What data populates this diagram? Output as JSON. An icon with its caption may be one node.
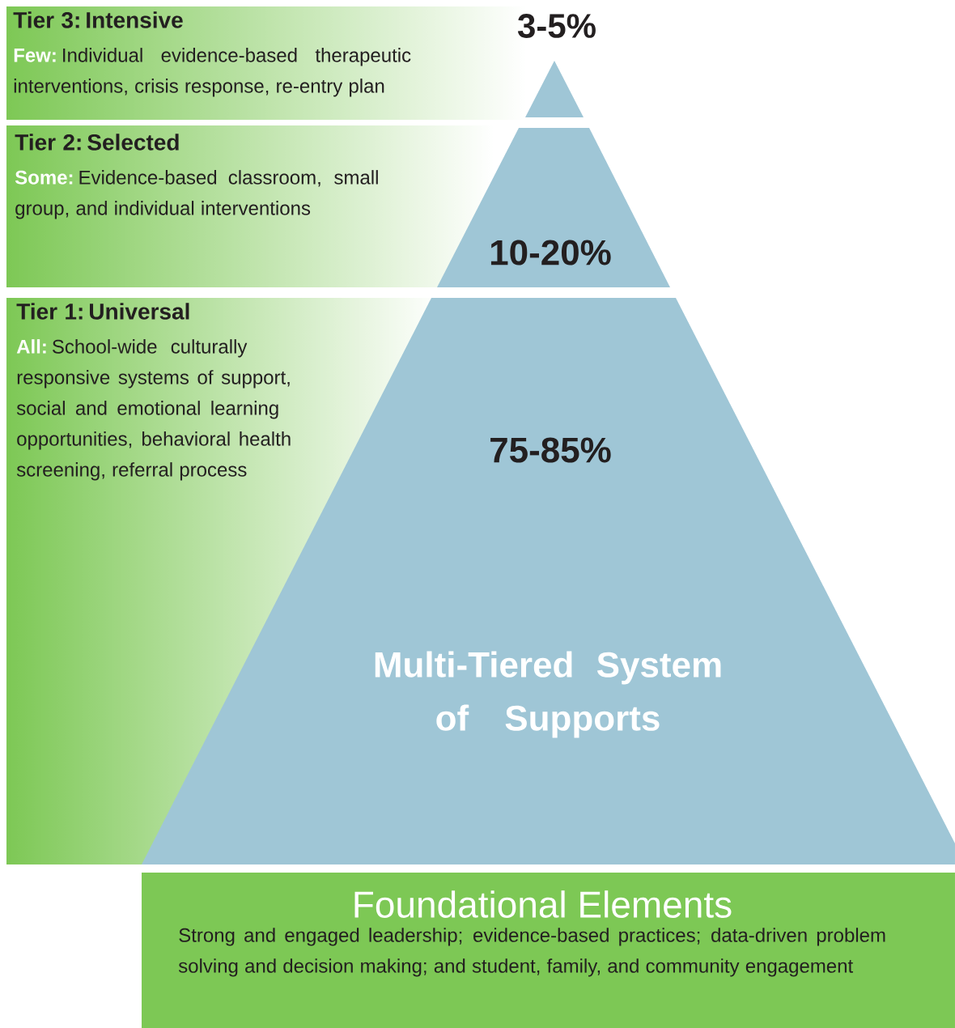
{
  "diagram": {
    "nodes": [
      {
        "text": [
          "Tier 3: Intensive",
          "**Few:** Individual evidence-based therapeutic interventions, crisis response, re-entry plan"
        ]
      },
      {
        "text": [
          "3-5%"
        ]
      },
      {
        "text": [
          "Tier 2: Selected",
          "**Some:** Evidence-based classroom, small group, and individual interventions"
        ]
      },
      {
        "text": [
          "10-20%"
        ]
      },
      {
        "text": [
          "Tier 1: Universal",
          "**All:** School-wide culturally responsive systems of support, social and emotional learning opportunities, behavioral health screening, referral process"
        ]
      },
      {
        "text": [
          "75-85%",
          "Multi-Tiered System of Supports"
        ]
      },
      {
        "text": [
          "Foundational Elements",
          "Strong and engaged leadership; evidence-based practices; data-driven problem solving and decision making; and student, family, and community engagement"
        ]
      }
    ]
  }
}
